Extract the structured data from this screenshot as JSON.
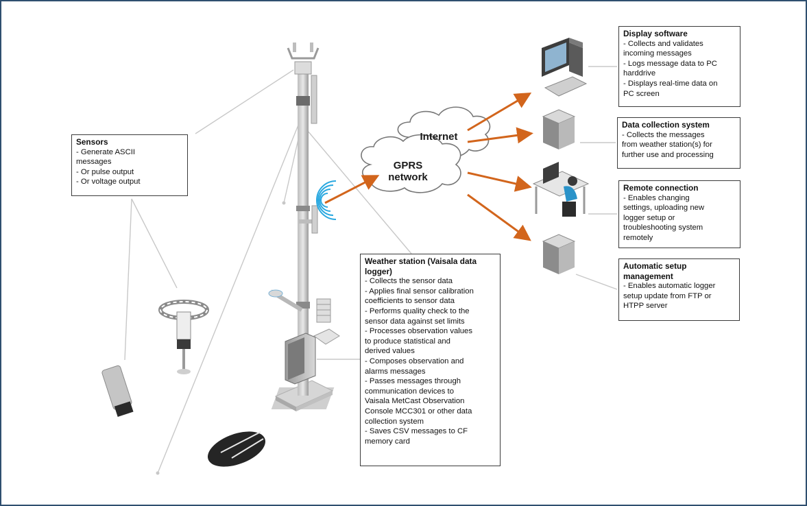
{
  "colors": {
    "arrow": "#d2651c",
    "leader": "#c8c8c8",
    "frame": "#2f4f6f",
    "signal": "#29a8e0"
  },
  "clouds": {
    "internet": "Internet",
    "gprs_line1": "GPRS",
    "gprs_line2": "network"
  },
  "boxes": {
    "sensors": {
      "title": "Sensors",
      "lines": [
        "- Generate ASCII",
        "messages",
        "- Or pulse output",
        "- Or voltage output"
      ]
    },
    "weather_station": {
      "title_line1": "Weather station (Vaisala data",
      "title_line2": "logger)",
      "lines": [
        "- Collects the sensor data",
        "- Applies final sensor calibration",
        "coefficients to sensor data",
        "- Performs quality check to the",
        "sensor data against set limits",
        "- Processes observation values",
        "to produce statistical and",
        "derived values",
        "- Composes observation and",
        "alarms messages",
        "- Passes messages through",
        "communication devices to",
        "Vaisala MetCast Observation",
        "Console MCC301  or other data",
        "collection system",
        "- Saves CSV messages to CF",
        "memory card"
      ]
    },
    "display_software": {
      "title": "Display software",
      "lines": [
        "- Collects and validates",
        "incoming messages",
        "- Logs message data to PC",
        "harddrive",
        "- Displays real-time data on",
        "PC  screen"
      ]
    },
    "data_collection": {
      "title": "Data collection system",
      "lines": [
        "- Collects the messages",
        "from weather station(s) for",
        "further use and processing"
      ]
    },
    "remote_connection": {
      "title": "Remote connection",
      "lines": [
        "- Enables changing",
        "settings, uploading new",
        "logger setup or",
        "troubleshooting system",
        "remotely"
      ]
    },
    "automatic_setup": {
      "title_line1": "Automatic setup",
      "title_line2": "management",
      "lines": [
        "- Enables automatic logger",
        "setup update from FTP or",
        "HTPP  server"
      ]
    }
  }
}
